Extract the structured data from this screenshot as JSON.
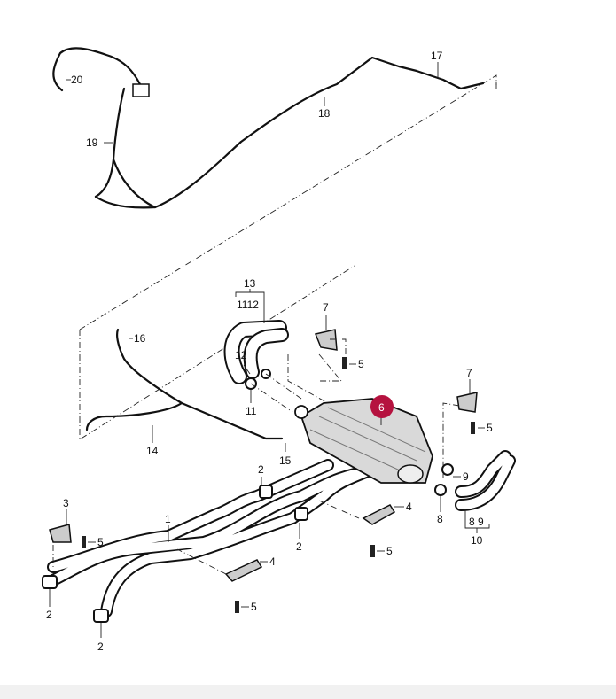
{
  "diagram": {
    "highlighted_part": "6",
    "highlight_color": "#b5123f",
    "labels": {
      "p20": "20",
      "p17": "17",
      "p18": "18",
      "p19": "19",
      "p13": "13",
      "p11_12": "1112",
      "p7a": "7",
      "p16": "16",
      "p12": "12",
      "p5a": "5",
      "p7b": "7",
      "p6": "6",
      "p11": "11",
      "p5b": "5",
      "p9": "9",
      "p14": "14",
      "p15": "15",
      "p2a": "2",
      "p3": "3",
      "p4a": "4",
      "p1": "1",
      "p8": "8",
      "p8_9": "8 9",
      "p10": "10",
      "p5c": "5",
      "p5d": "5",
      "p2b": "2",
      "p4b": "4",
      "p2c": "2",
      "p5e": "5",
      "p2d": "2"
    }
  }
}
